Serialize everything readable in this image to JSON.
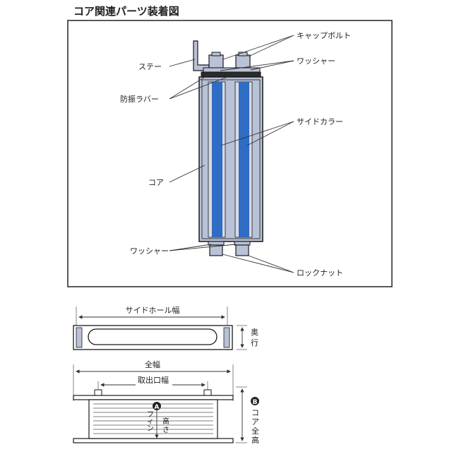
{
  "title": "コア関連パーツ装着図",
  "assembly": {
    "labels": {
      "cap_bolt": "キャップボルト",
      "stay": "ステー",
      "washer_top": "ワッシャー",
      "rubber": "防振ラバー",
      "side_collar": "サイドカラー",
      "core": "コア",
      "washer_bottom": "ワッシャー",
      "lock_nut": "ロックナット"
    }
  },
  "dims": {
    "side_hole_width": "サイドホール幅",
    "depth": "奥行",
    "total_width": "全幅",
    "outlet_width": "取出口幅",
    "marker_a": "A",
    "fin_height": "フィン高さ",
    "marker_b": "B",
    "core_total_height": "コア全高"
  },
  "colors": {
    "core_fill": "#b9c2d6",
    "collar_blue": "#2f6cc4",
    "collar_light": "#d6dbe6",
    "outline": "#1a1a1a"
  }
}
